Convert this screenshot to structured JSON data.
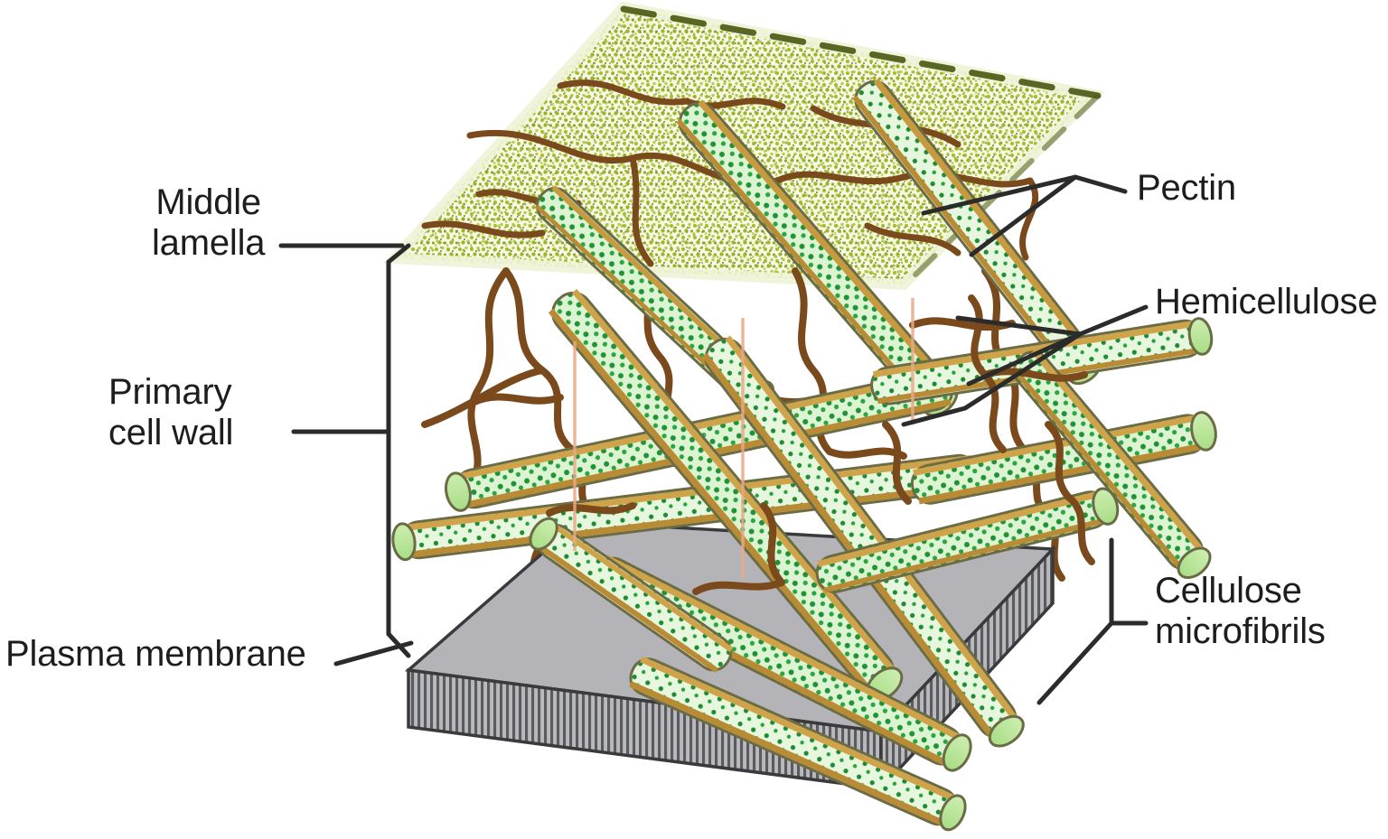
{
  "figure": {
    "title": "Plant cell wall structure",
    "background_color": "#ffffff"
  },
  "labels": {
    "middle_lamella": "Middle\nlamella",
    "primary_cell_wall": "Primary\ncell wall",
    "plasma_membrane": "Plasma membrane",
    "pectin": "Pectin",
    "hemicellulose": "Hemicellulose",
    "cellulose_microfibrils": "Cellulose\nmicrofibrils"
  },
  "colors": {
    "middle_lamella_stipple": "#a9bd2c",
    "middle_lamella_fill": "#f3f6da",
    "middle_lamella_edge": "#4c5a16",
    "pectin_strand": "#7a4a1d",
    "hemicellulose_strand": "#7a4a1d",
    "microfibril_body": "#d8f2cf",
    "microfibril_dots": "#1f9236",
    "microfibril_edge": "#b08d3c",
    "microfibril_cap": "#b6e59a",
    "membrane_fill": "#b4b4b8",
    "membrane_stripes": "#55565a",
    "membrane_outline": "#3a3a3c",
    "leader_line": "#2b2b2b",
    "text": "#1d1d1d"
  },
  "components": [
    {
      "name": "middle-lamella",
      "description": "Stippled yellow-green slab at top with brown pectin strands",
      "label": "Middle lamella"
    },
    {
      "name": "primary-cell-wall",
      "description": "Region between middle lamella and plasma membrane containing cellulose microfibrils and hemicellulose",
      "label": "Primary cell wall"
    },
    {
      "name": "plasma-membrane",
      "description": "Grey slab with striped bilayer edge at bottom",
      "label": "Plasma membrane"
    },
    {
      "name": "pectin",
      "description": "Brown branching strands within middle lamella",
      "label": "Pectin"
    },
    {
      "name": "hemicellulose",
      "description": "Brown strands cross-linking microfibrils",
      "label": "Hemicellulose"
    },
    {
      "name": "cellulose-microfibrils",
      "description": "Green dotted cylindrical rods with pale green end caps",
      "label": "Cellulose microfibrils"
    }
  ]
}
